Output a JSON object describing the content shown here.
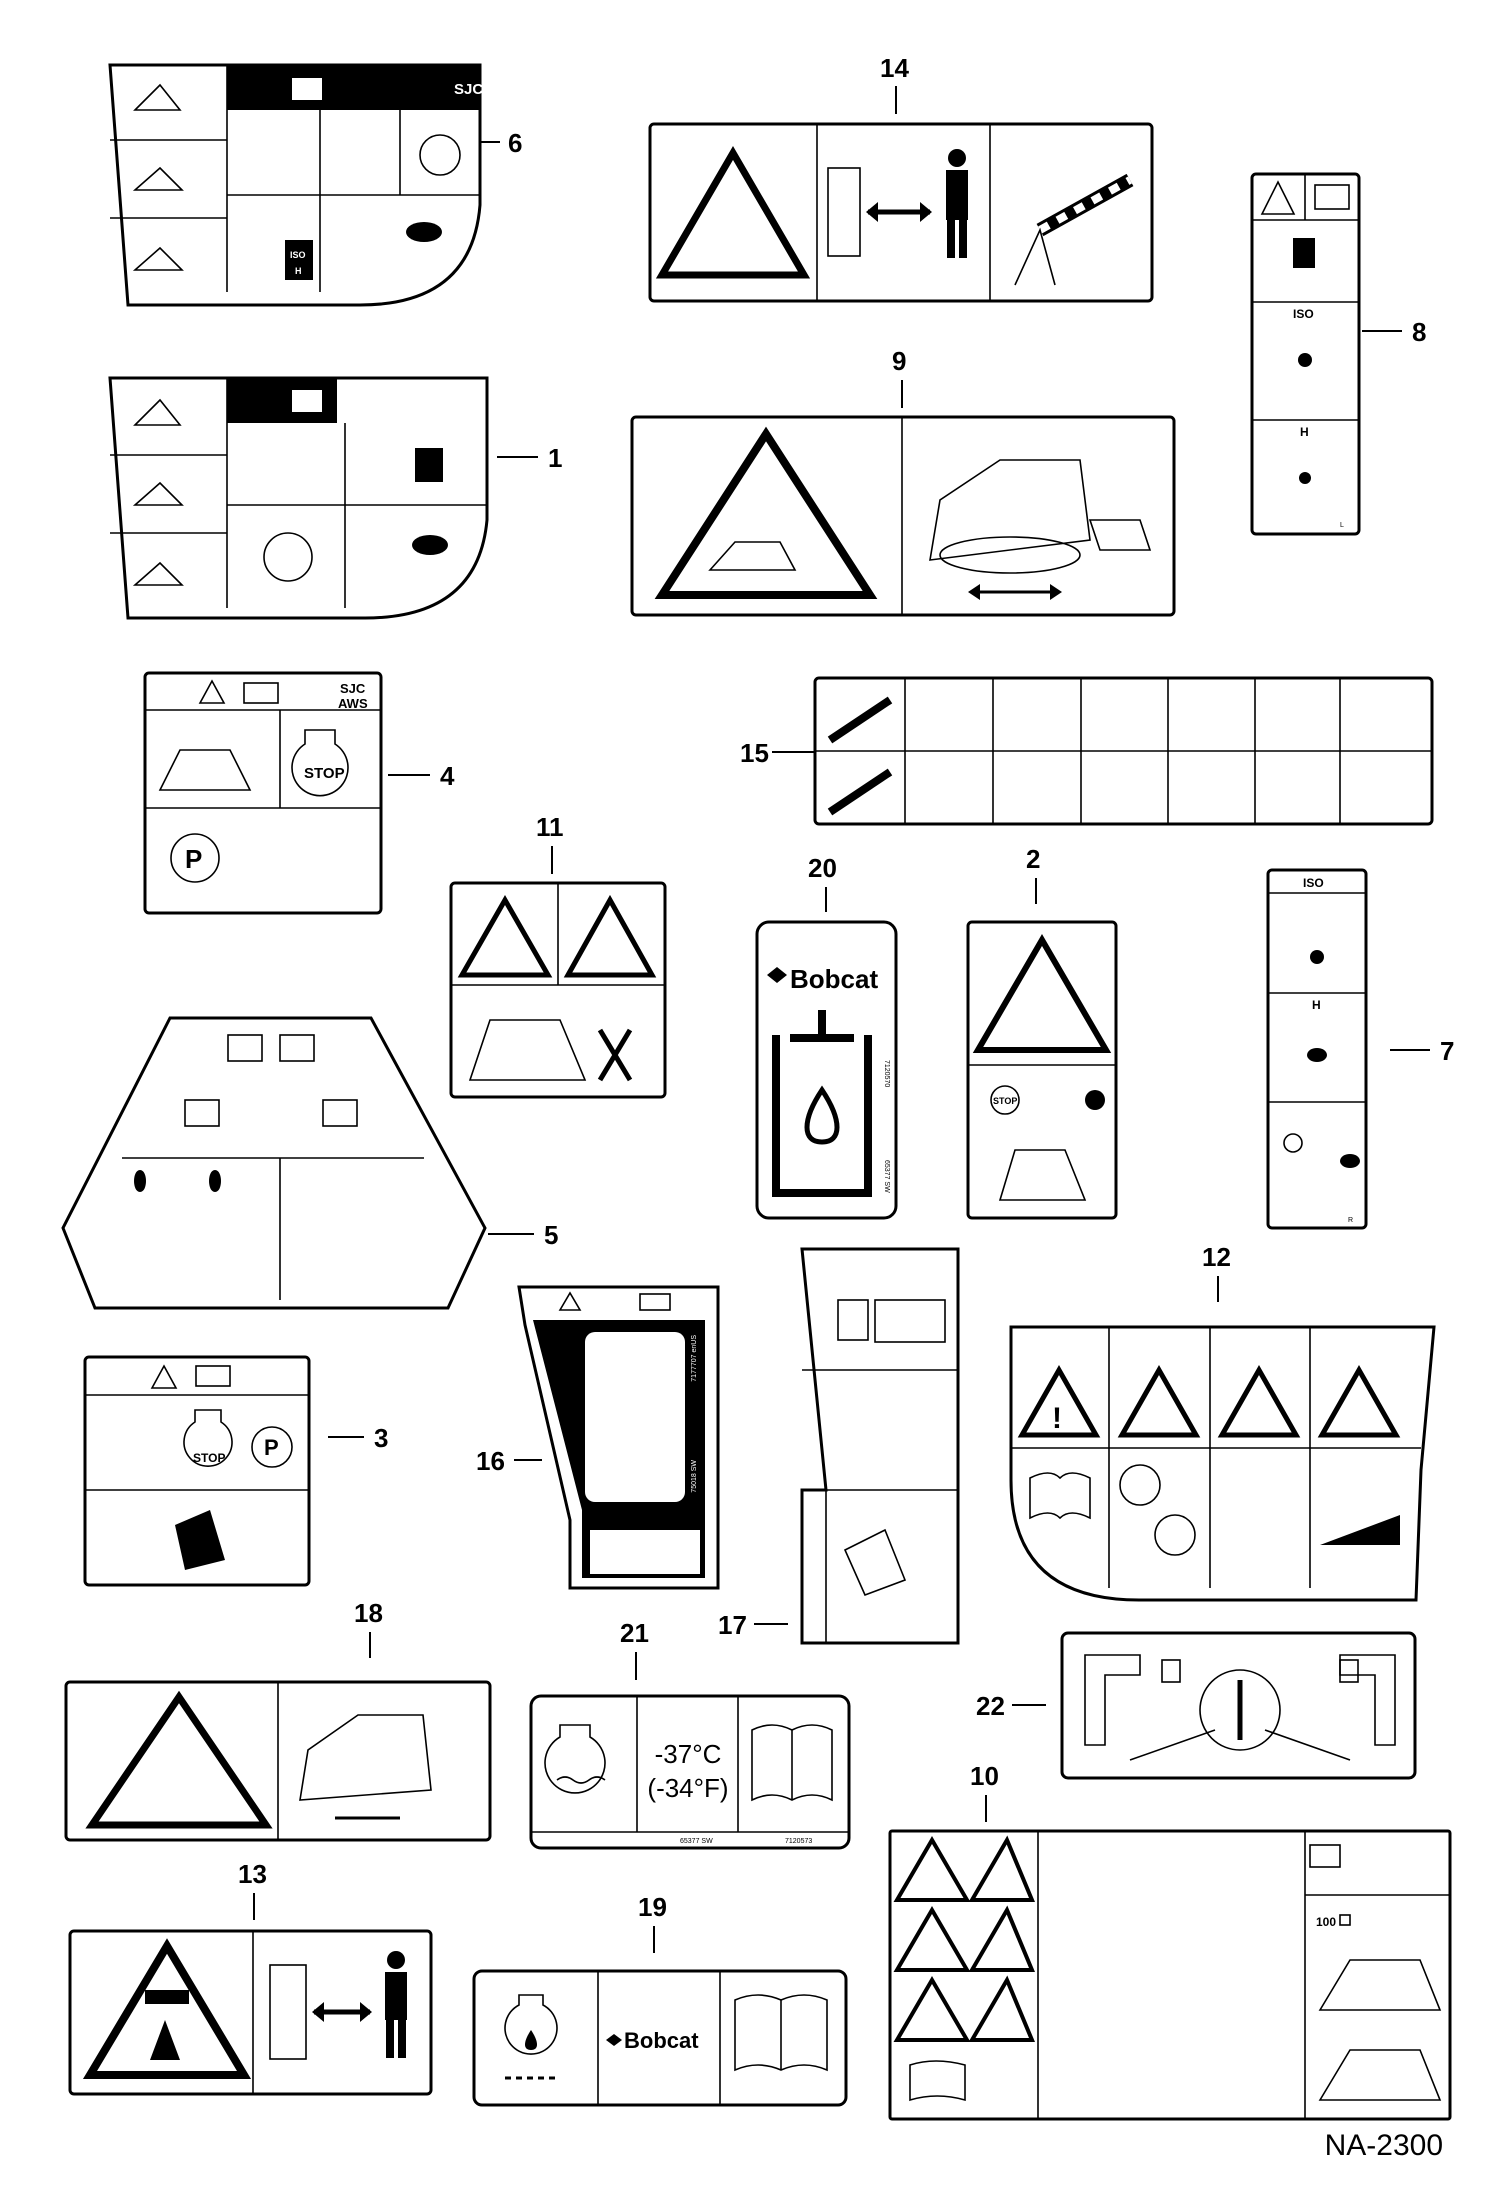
{
  "callouts": [
    "6",
    "14",
    "8",
    "1",
    "9",
    "4",
    "15",
    "11",
    "20",
    "2",
    "7",
    "5",
    "12",
    "3",
    "16",
    "17",
    "18",
    "21",
    "22",
    "10",
    "13",
    "19"
  ],
  "decal_text": {
    "sjc": "SJC",
    "sjc_aws_1": "SJC",
    "sjc_aws_2": "AWS",
    "iso": "ISO",
    "h": "H",
    "stop": "STOP",
    "p": "P",
    "bobcat": "Bobcat",
    "temp_c": "-37°C",
    "temp_f": "(-34°F)",
    "code_16_a": "7177707 enUS",
    "code_16_b": "75018 SW",
    "code_20_a": "7120570",
    "code_20_b": "65377 SW",
    "code_21_a": "65377 SW",
    "code_21_b": "7120573",
    "h100": "100",
    "l": "L",
    "r": "R"
  },
  "footer": "NA-2300"
}
